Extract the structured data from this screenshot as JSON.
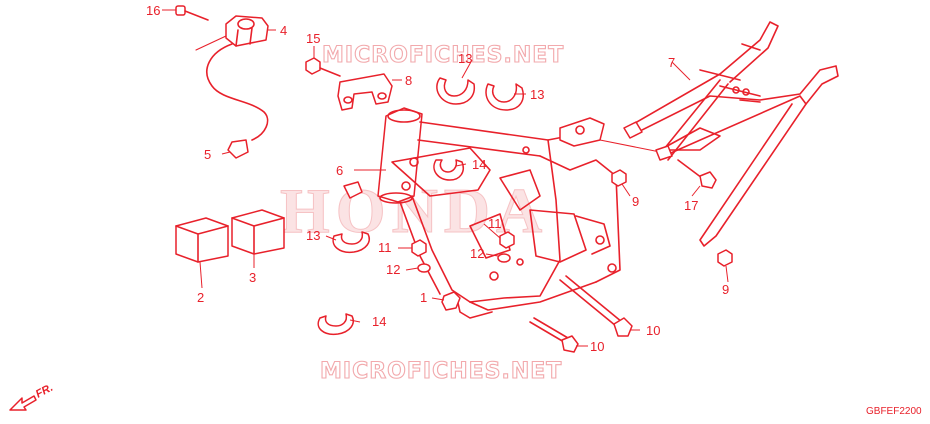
{
  "watermark": {
    "top": "MICROFICHES.NET",
    "bottom": "MICROFICHES.NET",
    "center": "HONDA"
  },
  "direction_label": "FR.",
  "diagram_code": "GBFEF2200",
  "callouts": {
    "c1": "1",
    "c2": "2",
    "c3": "3",
    "c4": "4",
    "c5": "5",
    "c6": "6",
    "c7": "7",
    "c8": "8",
    "c9a": "9",
    "c9b": "9",
    "c10a": "10",
    "c10b": "10",
    "c11a": "11",
    "c11b": "11",
    "c12a": "12",
    "c12b": "12",
    "c13a": "13",
    "c13b": "13",
    "c13c": "13",
    "c14a": "14",
    "c14b": "14",
    "c15": "15",
    "c16": "16",
    "c17": "17"
  },
  "colors": {
    "line": "#e8212b",
    "watermark": "#f2a9ac"
  }
}
